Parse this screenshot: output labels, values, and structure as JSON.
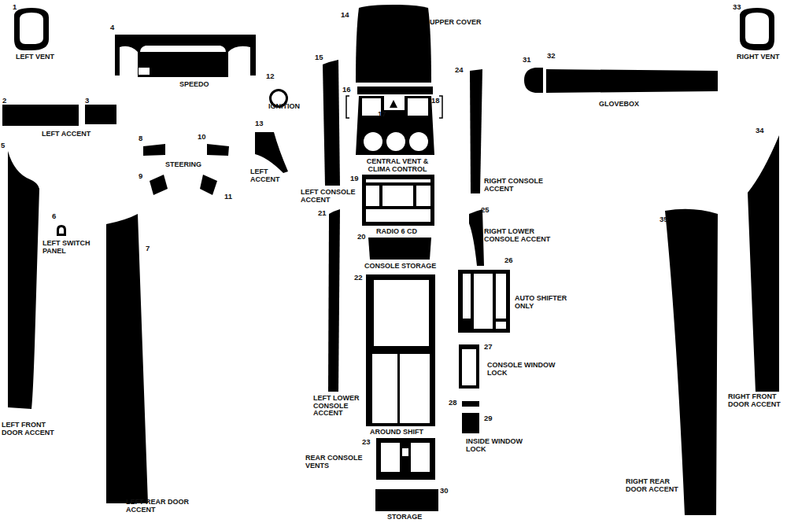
{
  "diagram": {
    "labels": [
      "1",
      "LEFT VENT",
      "4",
      "SPEEDO",
      "12",
      "IGNITION",
      "2",
      "3",
      "LEFT ACCENT",
      "8",
      "10",
      "13",
      "STEERING",
      "LEFT ACCENT",
      "9",
      "11",
      "5",
      "6",
      "LEFT SWITCH PANEL",
      "7",
      "LEFT FRONT DOOR ACCENT",
      "LEFT REAR DOOR ACCENT",
      "14",
      "UPPER COVER",
      "15",
      "16",
      "18",
      "17",
      "CENTRAL VENT & CLIMA CONTROL",
      "LEFT CONSOLE ACCENT",
      "19",
      "21",
      "RADIO 6 CD",
      "20",
      "CONSOLE STORAGE",
      "22",
      "LEFT LOWER CONSOLE ACCENT",
      "AROUND SHIFT",
      "23",
      "REAR CONSOLE VENTS",
      "30",
      "STORAGE",
      "24",
      "RIGHT CONSOLE ACCENT",
      "25",
      "RIGHT LOWER CONSOLE ACCENT",
      "26",
      "AUTO SHIFTER ONLY",
      "27",
      "CONSOLE WINDOW LOCK",
      "28",
      "29",
      "INSIDE WINDOW LOCK",
      "31",
      "32",
      "GLOVEBOX",
      "33",
      "RIGHT VENT",
      "34",
      "35",
      "RIGHT FRONT DOOR ACCENT",
      "RIGHT REAR DOOR ACCENT"
    ]
  }
}
